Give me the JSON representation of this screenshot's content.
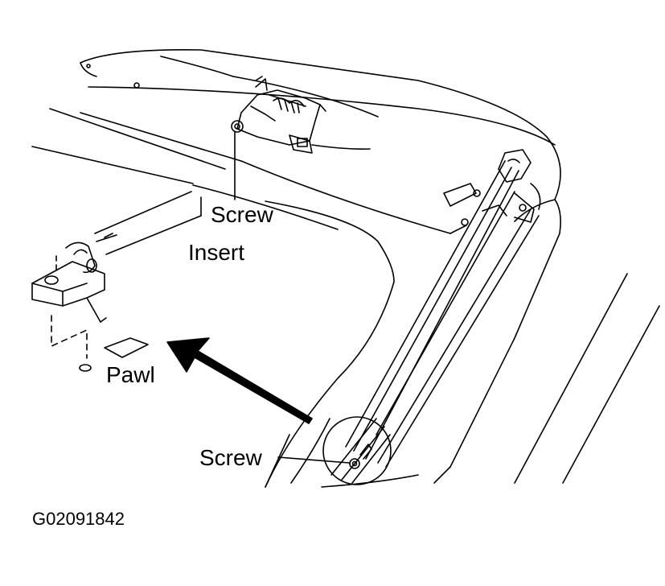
{
  "labels": {
    "screw_top": "Screw",
    "insert": "Insert",
    "pawl": "Pawl",
    "screw_bottom": "Screw",
    "figure_code": "G02091842"
  },
  "colors": {
    "ink": "#000000",
    "paper": "#ffffff"
  }
}
